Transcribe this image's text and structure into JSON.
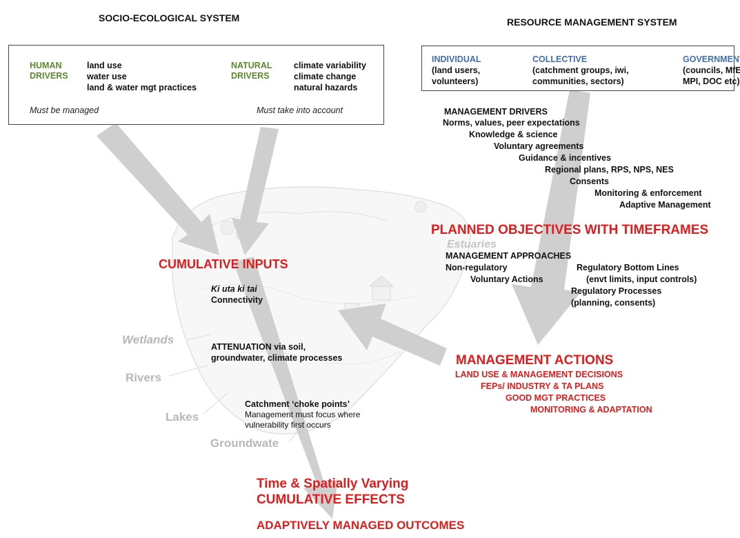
{
  "left_heading": "SOCIO-ECOLOGICAL SYSTEM",
  "right_heading": "RESOURCE MANAGEMENT SYSTEM",
  "socio_box": {
    "human_drivers_line1": "HUMAN",
    "human_drivers_line2": "DRIVERS",
    "human_items": [
      "land use",
      "water use",
      "land & water mgt practices"
    ],
    "plus": "+",
    "natural_drivers_line1": "NATURAL",
    "natural_drivers_line2": "DRIVERS",
    "natural_items": [
      "climate variability",
      "climate change",
      "natural hazards"
    ],
    "must_be_managed": "Must be managed",
    "must_take_into_account": "Must take into account"
  },
  "rms_box": {
    "individual_title": "INDIVIDUAL",
    "individual_lines": [
      "(land users,",
      "volunteers)"
    ],
    "collective_title": "COLLECTIVE",
    "collective_lines": [
      "(catchment groups, iwi,",
      "communities, sectors)"
    ],
    "government_title": "GOVERNMENT",
    "government_lines": [
      "(councils, MfE",
      "MPI, DOC etc)"
    ],
    "plus": "+"
  },
  "management_drivers": [
    "MANAGEMENT DRIVERS",
    "Norms, values, peer expectations",
    "Knowledge & science",
    "Voluntary agreements",
    "Guidance & incentives",
    "Regional plans, RPS, NPS, NES",
    "Consents",
    "Monitoring & enforcement",
    "Adaptive Management"
  ],
  "planned_objectives": "PLANNED OBJECTIVES WITH TIMEFRAMES",
  "estuaries": "Estuaries",
  "management_approaches": {
    "title": "MANAGEMENT APPROACHES",
    "non_regulatory": "Non-regulatory",
    "voluntary_actions": "Voluntary Actions",
    "regulatory_bottom_lines": "Regulatory Bottom Lines",
    "bottom_lines_detail": "(envt limits, input controls)",
    "regulatory_processes": "Regulatory Processes",
    "processes_detail": "(planning, consents)"
  },
  "cumulative_inputs": "CUMULATIVE INPUTS",
  "ki_uta": "Ki uta ki tai",
  "connectivity": "Connectivity",
  "wetlands": "Wetlands",
  "rivers": "Rivers",
  "lakes": "Lakes",
  "groundwater": "Groundwate",
  "attenuation": [
    "ATTENUATION via soil,",
    "groundwater, climate processes"
  ],
  "choke_points": {
    "title": "Catchment ‘choke points’",
    "lines": [
      "Management must focus where",
      "vulnerability first occurs"
    ]
  },
  "management_actions": {
    "title": "MANAGEMENT ACTIONS",
    "items": [
      "LAND USE & MANAGEMENT DECISIONS",
      "FEPs/ INDUSTRY & TA PLANS",
      "GOOD MGT PRACTICES",
      "MONITORING & ADAPTATION"
    ]
  },
  "cumulative_effects": [
    "Time & Spatially Varying",
    "CUMULATIVE EFFECTS"
  ],
  "outcomes": "ADAPTIVELY MANAGED OUTCOMES",
  "colors": {
    "red": "#e01b1b",
    "green": "#5a8a2a",
    "blue": "#3f6fb0",
    "arrow": "#cfcfcf"
  }
}
